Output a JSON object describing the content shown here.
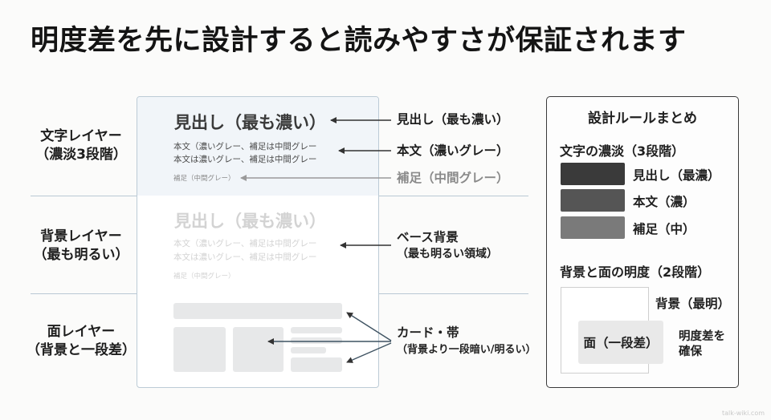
{
  "title": "明度差を先に設計すると読みやすさが保証されます",
  "layers": [
    {
      "line1": "文字レイヤー",
      "line2": "（濃淡3段階）"
    },
    {
      "line1": "背景レイヤー",
      "line2": "（最も明るい）"
    },
    {
      "line1": "面レイヤー",
      "line2": "（背景と一段差）"
    }
  ],
  "demo": {
    "heading": "見出し（最も濃い）",
    "body_line1": "本文（濃いグレー、補足は中間グレー",
    "body_line2": "本文は濃いグレー、補足は中間グレー",
    "note": "補足（中間グレー）"
  },
  "callouts": {
    "heading": "見出し（最も濃い）",
    "body": "本文（濃いグレー）",
    "note": "補足（中間グレー）",
    "base_bg_line1": "ベース背景",
    "base_bg_line2": "（最も明るい領域）",
    "card_line1": "カード・帯",
    "card_line2": "（背景より一段暗い/明るい）"
  },
  "summary": {
    "title": "設計ルールまとめ",
    "text_section": "文字の濃淡（3段階）",
    "swatches": [
      {
        "label": "見出し（最濃）",
        "color": "#3a3a3a"
      },
      {
        "label": "本文（濃）",
        "color": "#555555"
      },
      {
        "label": "補足（中）",
        "color": "#7a7a7a"
      }
    ],
    "bg_section": "背景と面の明度（2段階）",
    "bg_label": "背景（最明）",
    "surface_label": "面（一段差）",
    "contrast_line1": "明度差を",
    "contrast_line2": "確保"
  },
  "colors": {
    "heading_text": "#3a3a3a",
    "body_text": "#4a4a4a",
    "note_text": "#8a8a8a",
    "faded_text": "#cfcfcf",
    "arrow": "#333333",
    "arrow_light": "#9a9a9a",
    "panel_border": "#bccbd6"
  },
  "watermark": "talk-wiki.com"
}
